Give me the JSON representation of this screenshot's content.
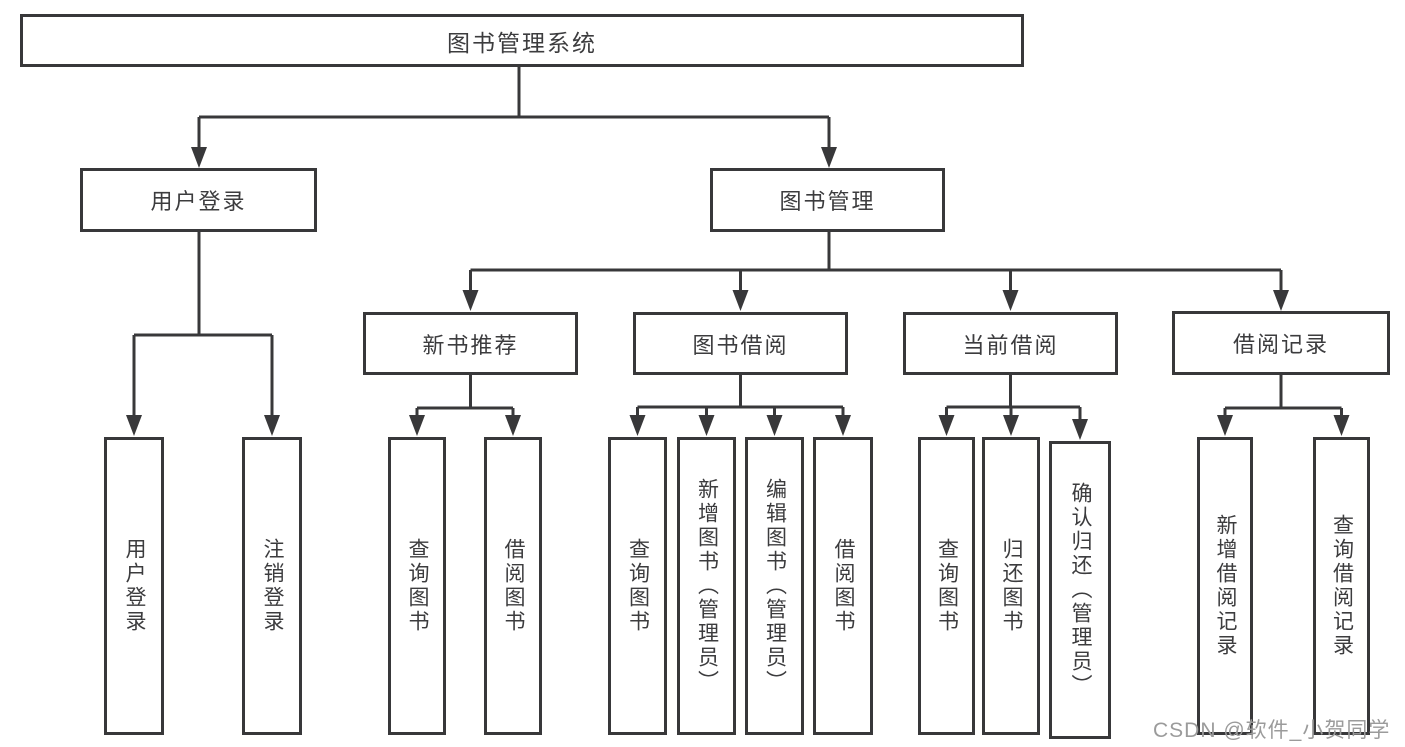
{
  "tree": {
    "label": "图书管理系统",
    "children": [
      {
        "label": "用户登录",
        "children": [
          {
            "label": "用户登录"
          },
          {
            "label": "注销登录"
          }
        ]
      },
      {
        "label": "图书管理",
        "children": [
          {
            "label": "新书推荐",
            "children": [
              {
                "label": "查询图书"
              },
              {
                "label": "借阅图书"
              }
            ]
          },
          {
            "label": "图书借阅",
            "children": [
              {
                "label": "查询图书"
              },
              {
                "label": "新增图书（管理员）"
              },
              {
                "label": "编辑图书（管理员）"
              },
              {
                "label": "借阅图书"
              }
            ]
          },
          {
            "label": "当前借阅",
            "children": [
              {
                "label": "查询图书"
              },
              {
                "label": "归还图书"
              },
              {
                "label": "确认归还（管理员）"
              }
            ]
          },
          {
            "label": "借阅记录",
            "children": [
              {
                "label": "新增借阅记录"
              },
              {
                "label": "查询借阅记录"
              }
            ]
          }
        ]
      }
    ]
  },
  "watermark": {
    "text": "CSDN @软件_小贺同学"
  },
  "colors": {
    "line": "#38383a",
    "text": "#3c3c3e",
    "watermark": "#9b9b9b",
    "background": "#ffffff"
  }
}
